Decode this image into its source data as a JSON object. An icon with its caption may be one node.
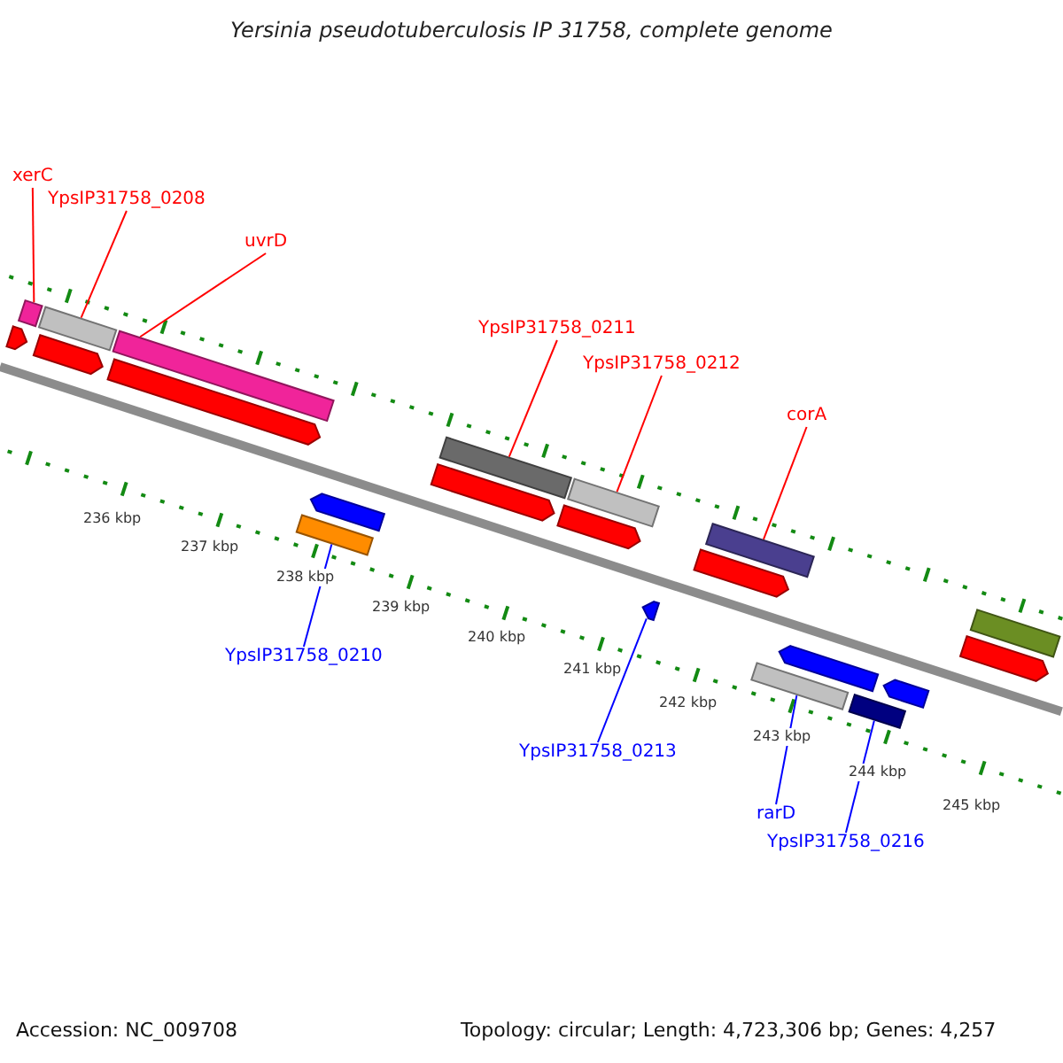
{
  "diagram": {
    "title": "Yersinia pseudotuberculosis IP 31758, complete genome",
    "nodes": [
      {
        "text": [
          "xerC"
        ]
      },
      {
        "text": [],
        "shape": "bar"
      },
      {
        "text": [
          "YpsIP31758_0208"
        ]
      },
      {
        "text": [],
        "shape": "bar"
      },
      {
        "text": [
          "uvrD"
        ]
      },
      {
        "text": [],
        "shape": "bar"
      },
      {
        "text": [
          "YpsIP31758_0211"
        ]
      },
      {
        "text": [],
        "shape": "bar"
      },
      {
        "text": [
          "YpsIP31758_0212"
        ]
      },
      {
        "text": [],
        "shape": "bar"
      },
      {
        "text": [
          "corA"
        ]
      },
      {
        "text": [],
        "shape": "bar"
      },
      {
        "text": [],
        "shape": "bar"
      },
      {
        "text": [
          "YpsIP31758_0210"
        ]
      },
      {
        "text": [],
        "shape": "arrow"
      },
      {
        "text": [
          "YpsIP31758_0213"
        ]
      },
      {
        "text": [],
        "shape": "bar"
      },
      {
        "text": [
          "rarD"
        ]
      },
      {
        "text": [],
        "shape": "bar"
      },
      {
        "text": [
          "YpsIP31758_0216"
        ]
      },
      {
        "text": [],
        "shape": "arrow"
      },
      {
        "text": [],
        "shape": "arrow"
      },
      {
        "text": [],
        "shape": "arrow"
      },
      {
        "text": [],
        "shape": "arrow"
      },
      {
        "text": [],
        "shape": "arrow"
      },
      {
        "text": [],
        "shape": "arrow"
      },
      {
        "text": [],
        "shape": "arrow"
      },
      {
        "text": [],
        "shape": "bar"
      },
      {
        "text": [],
        "shape": "arrow"
      },
      {
        "text": [],
        "shape": "arrow"
      },
      {
        "text": [],
        "shape": "arrow"
      }
    ],
    "edges": [
      {
        "from": 0,
        "to": 1,
        "arrow": "none"
      },
      {
        "from": 2,
        "to": 3,
        "arrow": "none"
      },
      {
        "from": 4,
        "to": 5,
        "arrow": "none"
      },
      {
        "from": 6,
        "to": 7,
        "arrow": "none"
      },
      {
        "from": 8,
        "to": 9,
        "arrow": "none"
      },
      {
        "from": 10,
        "to": 11,
        "arrow": "none"
      },
      {
        "from": 13,
        "to": 12,
        "arrow": "none",
        "color": "#0000ff"
      },
      {
        "from": 15,
        "to": 14,
        "arrow": "none",
        "color": "#0000ff"
      },
      {
        "from": 17,
        "to": 16,
        "arrow": "none",
        "color": "#0000ff"
      },
      {
        "from": 19,
        "to": 18,
        "arrow": "none",
        "color": "#0000ff"
      }
    ],
    "labels": [
      "236 kbp",
      "237 kbp",
      "238 kbp",
      "239 kbp",
      "240 kbp",
      "241 kbp",
      "242 kbp",
      "243 kbp",
      "244 kbp",
      "245 kbp",
      "Accession: NC_009708",
      "Topology: circular; Length: 4,723,306 bp; Genes: 4,257"
    ]
  }
}
